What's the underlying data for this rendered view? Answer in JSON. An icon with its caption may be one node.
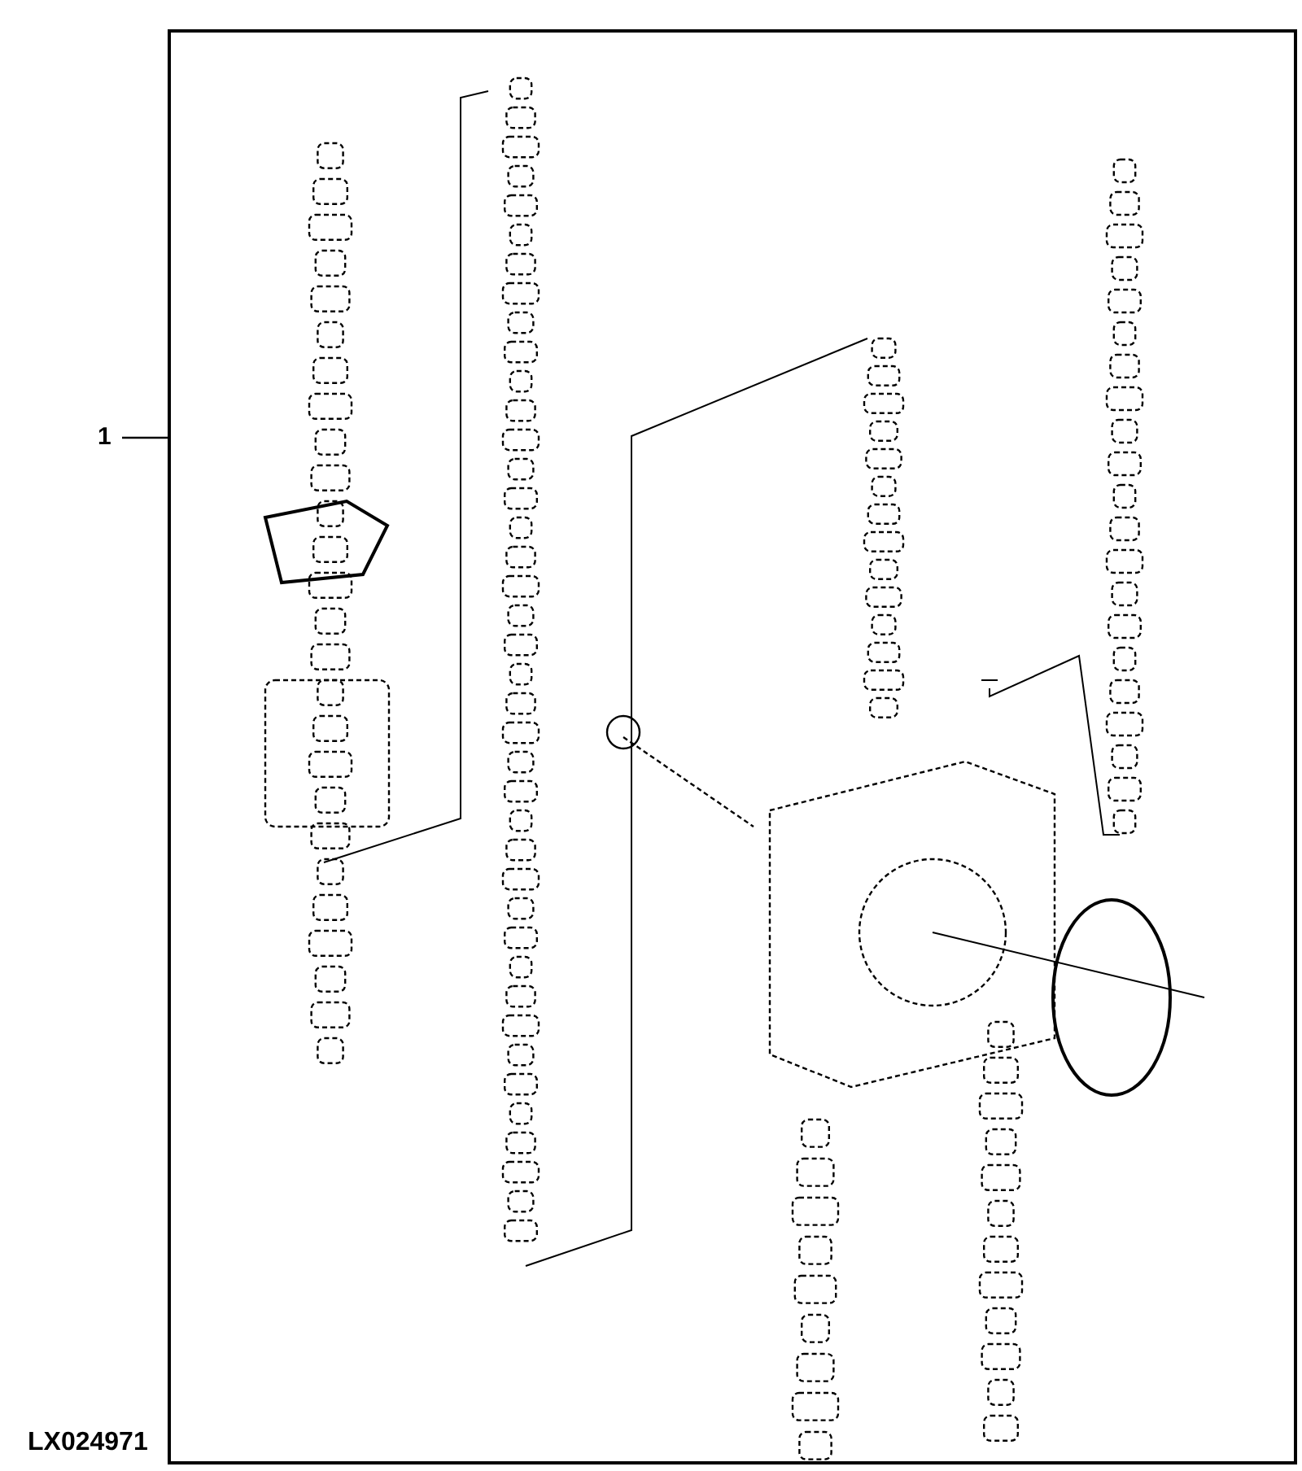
{
  "diagram": {
    "nodes": [
      {
        "text": [
          "1"
        ]
      },
      {
        "text": [],
        "shape": "box"
      }
    ],
    "edges": [
      {
        "from": 0,
        "to": 1,
        "arrow": "none"
      }
    ],
    "labels": [
      "LX024971"
    ]
  }
}
